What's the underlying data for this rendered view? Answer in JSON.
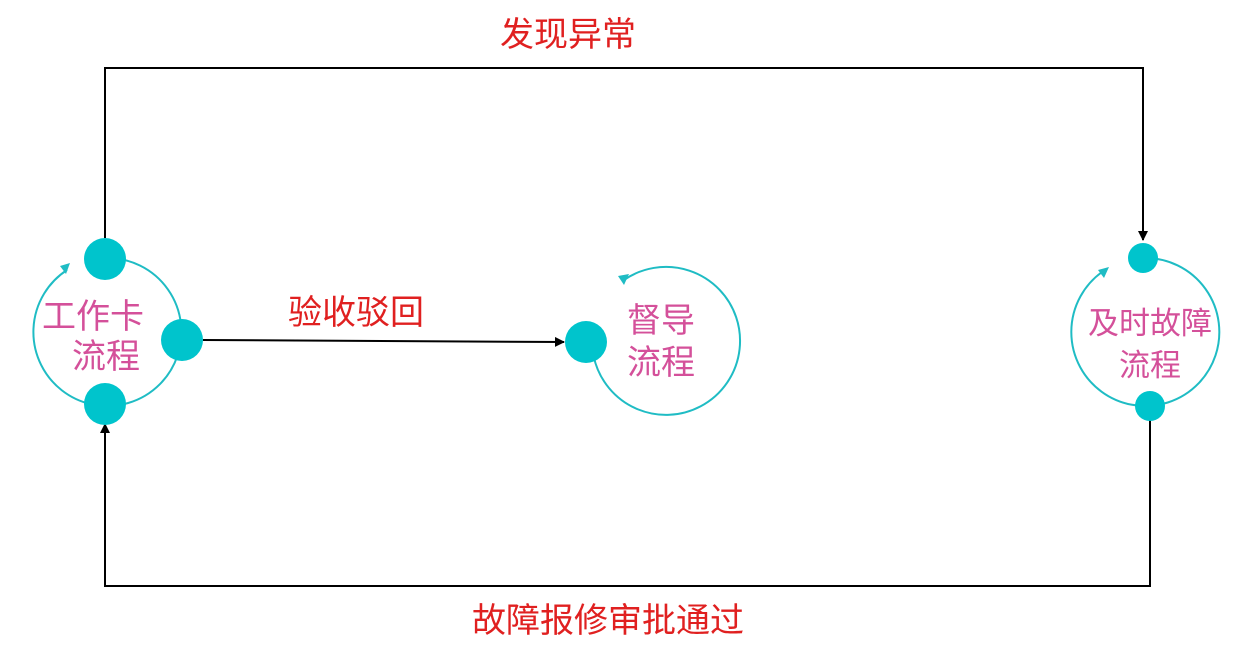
{
  "colors": {
    "node_label": "#d4509a",
    "edge_label": "#e02020",
    "ring": "#1fbcc4",
    "port": "#00c4cc",
    "line": "#000000"
  },
  "nodes": {
    "work_card": {
      "line1": "工作卡",
      "line2": "流程"
    },
    "supervision": {
      "line1": "督导",
      "line2": "流程"
    },
    "fault": {
      "line1": "及时故障",
      "line2": "流程"
    }
  },
  "edges": {
    "anomaly": {
      "label": "发现异常"
    },
    "reject": {
      "label": "验收驳回"
    },
    "repair": {
      "label": "故障报修审批通过"
    }
  }
}
